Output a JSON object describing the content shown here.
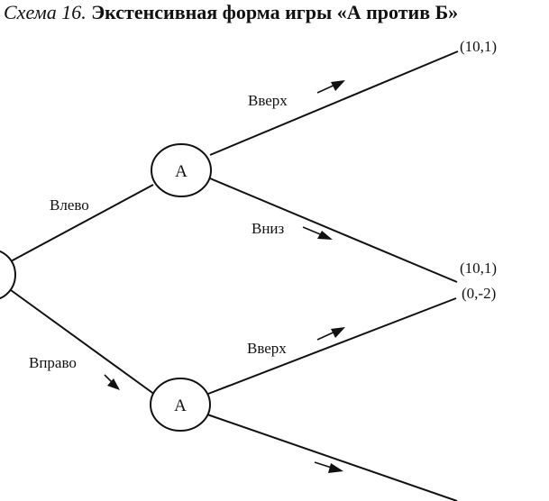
{
  "caption": {
    "label": "Схема 16.",
    "title": "Экстенсивная форма игры «А против Б»"
  },
  "nodes": {
    "upper": "А",
    "lower": "А"
  },
  "edges": {
    "left": "Влево",
    "right": "Вправо",
    "upper_up": "Вверх",
    "upper_down": "Вниз",
    "lower_up": "Вверх"
  },
  "payoffs": {
    "upper_up": "(10,1)",
    "upper_down": "(10,1)",
    "lower_up": "(0,-2)"
  }
}
